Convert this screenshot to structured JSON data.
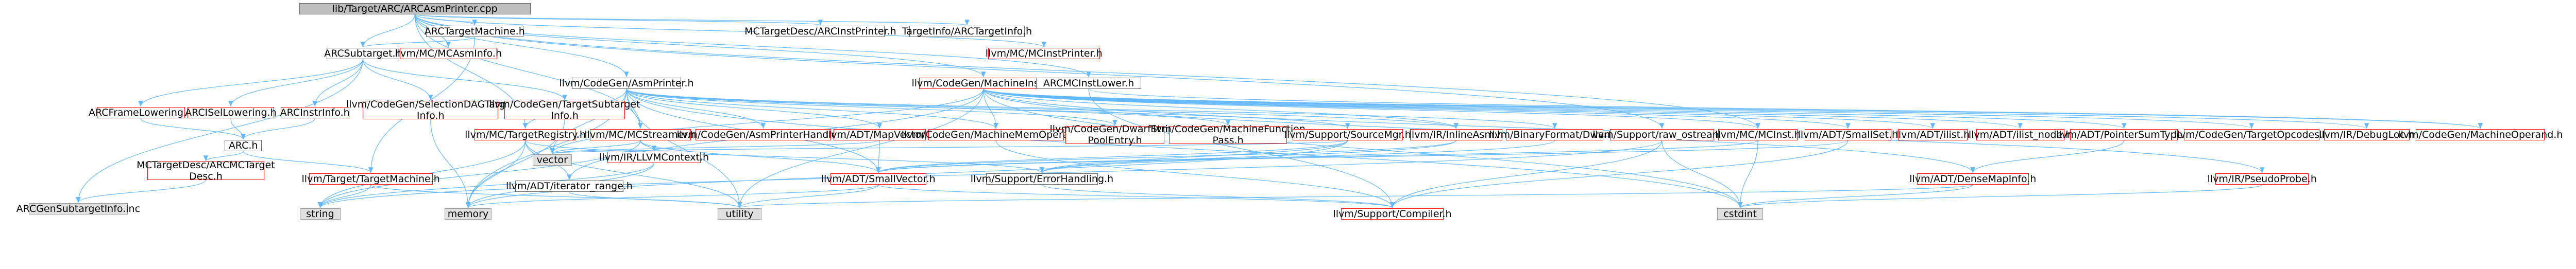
{
  "colors": {
    "edge": "#63b8ff",
    "red_border": "#ff0000",
    "grey_border": "#666666",
    "root_fill": "#bfbfbf",
    "leaf_fill": "#e0e0e0"
  },
  "nodes": [
    {
      "id": "root",
      "label": "lib/Target/ARC/ARCAsmPrinter.cpp",
      "style": "root"
    },
    {
      "id": "arctm",
      "label": "ARCTargetMachine.h",
      "style": "grey"
    },
    {
      "id": "mctd",
      "label": "MCTargetDesc/ARCInstPrinter.h",
      "style": "grey"
    },
    {
      "id": "ti",
      "label": "TargetInfo/ARCTargetInfo.h",
      "style": "grey"
    },
    {
      "id": "arcsub",
      "label": "ARCSubtarget.h",
      "style": "grey"
    },
    {
      "id": "mcasminfo",
      "label": "llvm/MC/MCAsmInfo.h",
      "style": "red"
    },
    {
      "id": "mcinstprinter",
      "label": "llvm/MC/MCInstPrinter.h",
      "style": "red"
    },
    {
      "id": "asmprinter",
      "label": "llvm/CodeGen/AsmPrinter.h",
      "style": "grey"
    },
    {
      "id": "mi",
      "label": "llvm/CodeGen/MachineInstr.h",
      "style": "red"
    },
    {
      "id": "arcmcinstlower",
      "label": "ARCMCInstLower.h",
      "style": "grey"
    },
    {
      "id": "arcframe",
      "label": "ARCFrameLowering.h",
      "style": "red"
    },
    {
      "id": "arcisel",
      "label": "ARCISelLowering.h",
      "style": "red"
    },
    {
      "id": "arcinstrinfo",
      "label": "ARCInstrInfo.h",
      "style": "red"
    },
    {
      "id": "seldag",
      "label": "llvm/CodeGen/SelectionDAGTarget\nInfo.h",
      "style": "red"
    },
    {
      "id": "tgtsub",
      "label": "llvm/CodeGen/TargetSubtarget\nInfo.h",
      "style": "red"
    },
    {
      "id": "arch",
      "label": "ARC.h",
      "style": "grey"
    },
    {
      "id": "mctdarc",
      "label": "MCTargetDesc/ARCMCTarget\nDesc.h",
      "style": "red"
    },
    {
      "id": "gensub",
      "label": "ARCGenSubtargetInfo.inc",
      "style": "leafgrey"
    },
    {
      "id": "tgtreg",
      "label": "llvm/MC/TargetRegistry.h",
      "style": "red"
    },
    {
      "id": "mcstreamer",
      "label": "llvm/MC/MCStreamer.h",
      "style": "red"
    },
    {
      "id": "llvmctx",
      "label": "llvm/IR/LLVMContext.h",
      "style": "red"
    },
    {
      "id": "tgtmachine",
      "label": "llvm/Target/TargetMachine.h",
      "style": "red"
    },
    {
      "id": "asmhandler",
      "label": "llvm/CodeGen/AsmPrinterHandler.h",
      "style": "red"
    },
    {
      "id": "mapvector",
      "label": "llvm/ADT/MapVector.h",
      "style": "red"
    },
    {
      "id": "mmo",
      "label": "llvm/CodeGen/MachineMemOperand.h",
      "style": "red"
    },
    {
      "id": "dwarf",
      "label": "llvm/CodeGen/DwarfString\nPoolEntry.h",
      "style": "red"
    },
    {
      "id": "mfpass",
      "label": "llvm/CodeGen/MachineFunction\nPass.h",
      "style": "red"
    },
    {
      "id": "srcmgr",
      "label": "llvm/Support/SourceMgr.h",
      "style": "red"
    },
    {
      "id": "inlineasm",
      "label": "llvm/IR/InlineAsm.h",
      "style": "red"
    },
    {
      "id": "bincls",
      "label": "llvm/BinaryFormat/Dwarf.h",
      "style": "red"
    },
    {
      "id": "rawostream",
      "label": "llvm/Support/raw_ostream.h",
      "style": "red"
    },
    {
      "id": "mcinst",
      "label": "llvm/MC/MCInst.h",
      "style": "red"
    },
    {
      "id": "smallset",
      "label": "llvm/ADT/SmallSet.h",
      "style": "red"
    },
    {
      "id": "ilist",
      "label": "llvm/ADT/ilist.h",
      "style": "red"
    },
    {
      "id": "ilistnode",
      "label": "llvm/ADT/ilist_node.h",
      "style": "red"
    },
    {
      "id": "ptrsum",
      "label": "llvm/ADT/PointerSumType.h",
      "style": "red"
    },
    {
      "id": "tgtopcodes",
      "label": "llvm/CodeGen/TargetOpcodes.h",
      "style": "red"
    },
    {
      "id": "debugloc",
      "label": "llvm/IR/DebugLoc.h",
      "style": "red"
    },
    {
      "id": "mo",
      "label": "llvm/CodeGen/MachineOperand.h",
      "style": "red"
    },
    {
      "id": "iterrange",
      "label": "llvm/ADT/iterator_range.h",
      "style": "grey"
    },
    {
      "id": "vector",
      "label": "vector",
      "style": "leafgrey"
    },
    {
      "id": "smallvector",
      "label": "llvm/ADT/SmallVector.h",
      "style": "red"
    },
    {
      "id": "errhandling",
      "label": "llvm/Support/ErrorHandling.h",
      "style": "grey"
    },
    {
      "id": "densemapinfo",
      "label": "llvm/ADT/DenseMapInfo.h",
      "style": "red"
    },
    {
      "id": "pseudoprobe",
      "label": "llvm/IR/PseudoProbe.h",
      "style": "red"
    },
    {
      "id": "string",
      "label": "string",
      "style": "leafgrey"
    },
    {
      "id": "memory",
      "label": "memory",
      "style": "leafgrey"
    },
    {
      "id": "utility",
      "label": "utility",
      "style": "leafgrey"
    },
    {
      "id": "compiler",
      "label": "llvm/Support/Compiler.h",
      "style": "red"
    },
    {
      "id": "cstdint",
      "label": "cstdint",
      "style": "leafgrey"
    }
  ]
}
